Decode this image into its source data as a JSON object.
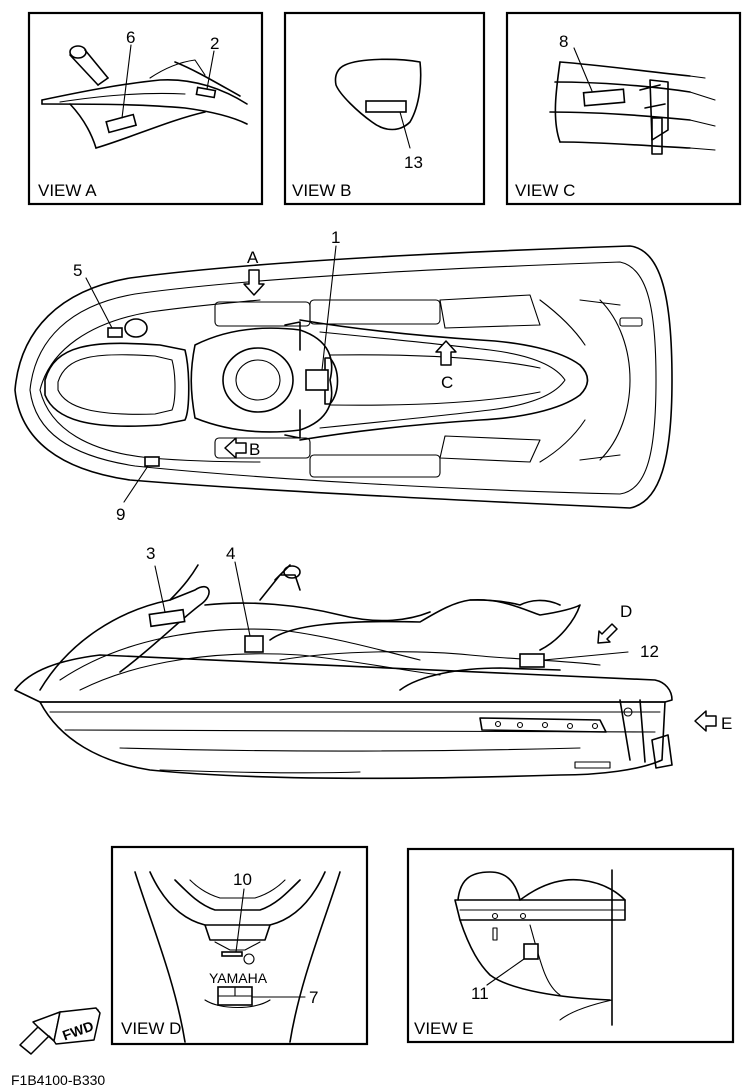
{
  "views": {
    "a": "VIEW A",
    "b": "VIEW B",
    "c": "VIEW C",
    "d": "VIEW D",
    "e": "VIEW E"
  },
  "view_pointers": {
    "a": "A",
    "b": "B",
    "c": "C",
    "d": "D",
    "e": "E"
  },
  "callouts": [
    "1",
    "2",
    "3",
    "4",
    "5",
    "6",
    "7",
    "8",
    "9",
    "10",
    "11",
    "12",
    "13"
  ],
  "fwd_badge": "FWD",
  "brand_mark": "YAMAHA",
  "figure_code": "F1B4100-B330"
}
